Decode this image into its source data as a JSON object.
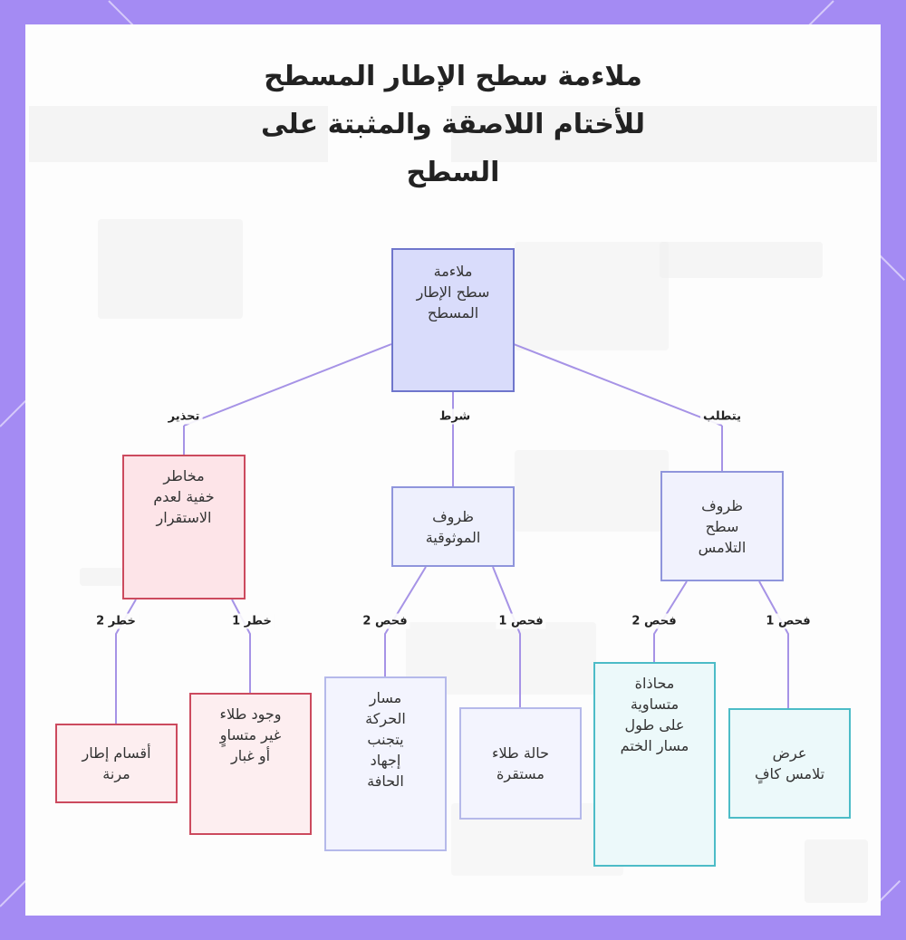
{
  "title": {
    "line1": "ملاءمة سطح الإطار المسطح",
    "line2": "للأختام اللاصقة والمثبتة على",
    "line3": "السطح"
  },
  "colors": {
    "frame": "#a48bf3",
    "root_fill": "#d9dcfb",
    "risk_fill": "#fde4e8",
    "risk_stroke": "#cc4a5e",
    "teal_stroke": "#4cbcc7",
    "edge": "#a693e6"
  },
  "nodes": {
    "root": "ملاءمة\nسطح الإطار\nالمسطح",
    "risks": "مخاطر\nخفية لعدم\nالاستقرار",
    "reliability": "ظروف\nالموثوقية",
    "contact": "ظروف\nسطح\nالتلامس",
    "flex_sections": "أقسام إطار\nمرنة",
    "uneven_paint": "وجود طلاء\nغير متساوٍ\nأو غبار",
    "motion_path": "مسار\nالحركة\nيتجنب\nإجهاد\nالحافة",
    "stable_paint": "حالة طلاء\nمستقرة",
    "even_alignment": "محاذاة\nمتساوية\nعلى طول\nمسار الختم",
    "contact_width": "عرض\nتلامس كافٍ"
  },
  "edge_labels": {
    "warning": "تحذير",
    "condition": "شرط",
    "requires": "يتطلب",
    "risk2": "خطر 2",
    "risk1": "خطر 1",
    "check2_rel": "فحص 2",
    "check1_rel": "فحص 1",
    "check2_contact": "فحص 2",
    "check1_contact": "فحص 1"
  }
}
